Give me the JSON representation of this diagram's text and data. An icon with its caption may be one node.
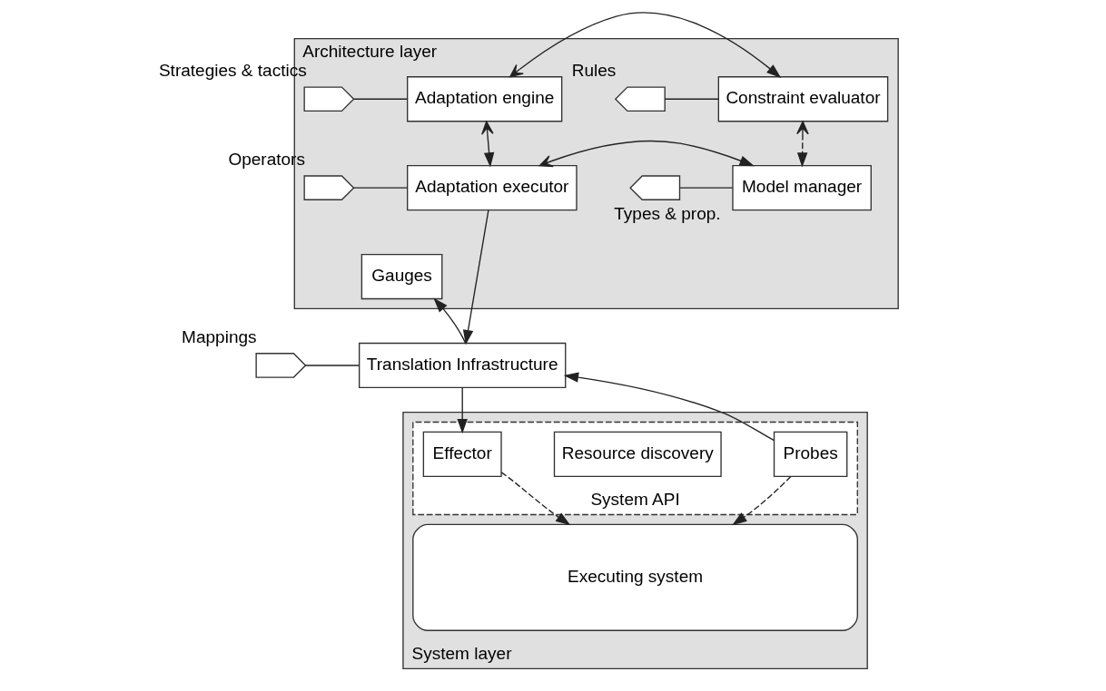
{
  "diagram": {
    "nodes": [
      {
        "text": [
          "Architecture layer"
        ]
      },
      {
        "text": [],
        "shape": "pentagon",
        "beside": [
          "Strategies & tactics"
        ],
        "in": 0
      },
      {
        "text": [
          "Adaptation engine"
        ],
        "in": 0
      },
      {
        "text": [
          "Constraint evaluator"
        ],
        "in": 0
      },
      {
        "text": [],
        "shape": "pentagon",
        "beside": [
          "Rules"
        ],
        "in": 0
      },
      {
        "text": [],
        "shape": "pentagon",
        "beside": [
          "Operators"
        ],
        "in": 0
      },
      {
        "text": [
          "Adaptation executor"
        ],
        "in": 0
      },
      {
        "text": [
          "Model manager"
        ],
        "in": 0
      },
      {
        "text": [],
        "shape": "pentagon",
        "beside": [
          "Types & prop."
        ],
        "in": 0
      },
      {
        "text": [
          "Gauges"
        ],
        "in": 0
      },
      {
        "text": [],
        "shape": "pentagon",
        "beside": [
          "Mappings"
        ]
      },
      {
        "text": [
          "Translation Infrastructure"
        ]
      },
      {
        "text": [
          "System layer"
        ]
      },
      {
        "text": [
          "System API"
        ],
        "in": 12
      },
      {
        "text": [
          "Effector"
        ],
        "in": 13
      },
      {
        "text": [
          "Resource discovery"
        ],
        "in": 13
      },
      {
        "text": [
          "Probes"
        ],
        "in": 13
      },
      {
        "text": [
          "Executing system"
        ],
        "in": 12
      }
    ],
    "edges": [
      {
        "from": 1,
        "to": 2,
        "arrow": "none"
      },
      {
        "from": 2,
        "to": 3,
        "arrow": "both"
      },
      {
        "from": 4,
        "to": 3,
        "arrow": "none"
      },
      {
        "from": 2,
        "to": 6,
        "arrow": "both"
      },
      {
        "from": 3,
        "to": 7,
        "arrow": "both",
        "style": "dashed"
      },
      {
        "from": 5,
        "to": 6,
        "arrow": "none"
      },
      {
        "from": 6,
        "to": 7,
        "arrow": "both"
      },
      {
        "from": 8,
        "to": 7,
        "arrow": "none"
      },
      {
        "from": 6,
        "to": 11,
        "arrow": "to"
      },
      {
        "from": 11,
        "to": 9,
        "arrow": "to"
      },
      {
        "from": 10,
        "to": 11,
        "arrow": "none"
      },
      {
        "from": 11,
        "to": 14,
        "arrow": "to"
      },
      {
        "from": 16,
        "to": 11,
        "arrow": "to"
      },
      {
        "from": 14,
        "to": 17,
        "arrow": "to",
        "style": "dashed"
      },
      {
        "from": 16,
        "to": 17,
        "arrow": "to",
        "style": "dashed"
      }
    ]
  }
}
